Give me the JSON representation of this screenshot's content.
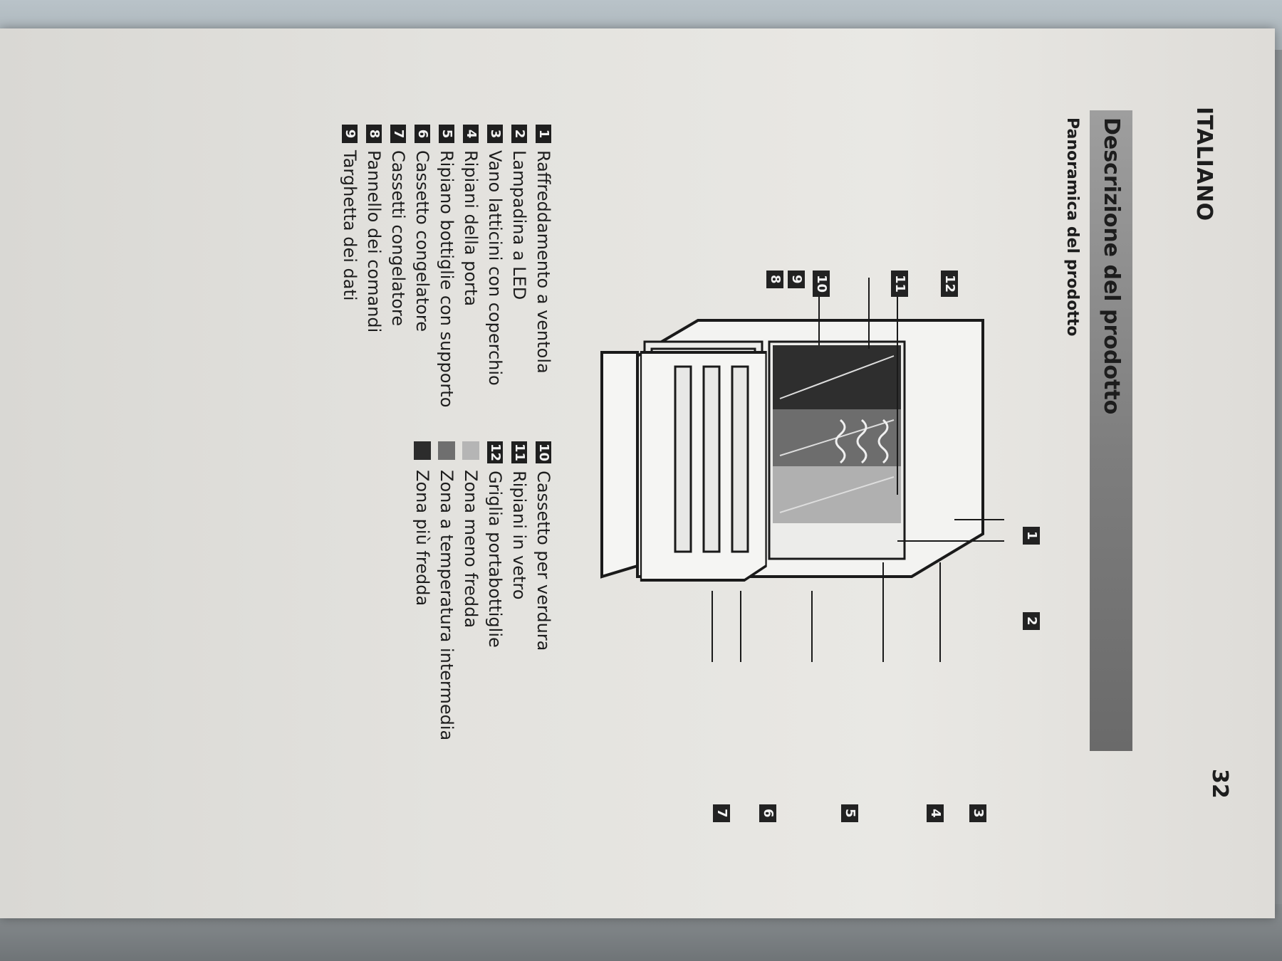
{
  "header": {
    "language": "ITALIANO",
    "page_number": "32"
  },
  "section": {
    "title": "Descrizione del prodotto",
    "subtitle": "Panoramica del prodotto"
  },
  "legend_left": [
    {
      "num": "1",
      "label": "Raffreddamento a ventola"
    },
    {
      "num": "2",
      "label": "Lampadina a LED"
    },
    {
      "num": "3",
      "label": "Vano latticini con coperchio"
    },
    {
      "num": "4",
      "label": "Ripiani della porta"
    },
    {
      "num": "5",
      "label": "Ripiano bottiglie con supporto"
    },
    {
      "num": "6",
      "label": "Cassetto congelatore"
    },
    {
      "num": "7",
      "label": "Cassetti congelatore"
    },
    {
      "num": "8",
      "label": "Pannello dei comandi"
    },
    {
      "num": "9",
      "label": "Targhetta dei dati"
    }
  ],
  "legend_right": [
    {
      "num": "10",
      "label": "Cassetto per verdura"
    },
    {
      "num": "11",
      "label": "Ripiani in vetro"
    },
    {
      "num": "12",
      "label": "Griglia portabottiglie"
    }
  ],
  "zones": [
    {
      "label": "Zona meno fredda",
      "color": "#b5b5b5"
    },
    {
      "label": "Zona a temperatura intermedia",
      "color": "#6f6f6f"
    },
    {
      "label": "Zona più fredda",
      "color": "#2c2c2c"
    }
  ],
  "callouts": {
    "c1": "1",
    "c2": "2",
    "c3": "3",
    "c4": "4",
    "c5": "5",
    "c6": "6",
    "c7": "7",
    "c8": "8",
    "c9": "9",
    "c10": "10",
    "c11": "11",
    "c12": "12"
  }
}
